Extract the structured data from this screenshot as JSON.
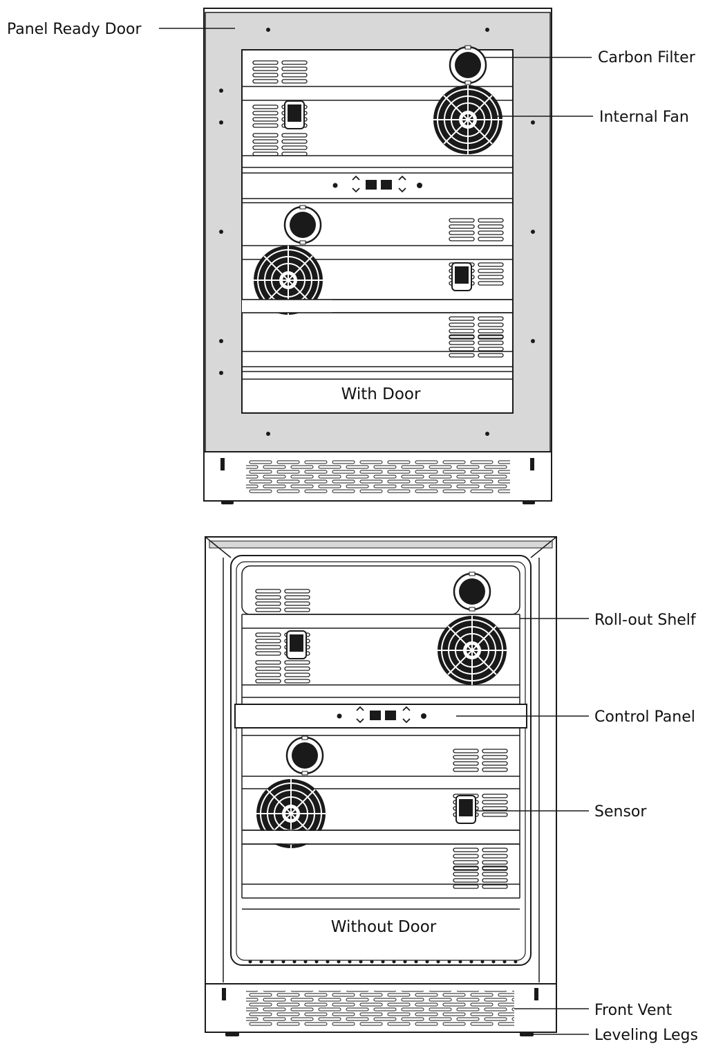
{
  "labels": {
    "panel_ready_door": "Panel Ready Door",
    "carbon_filter": "Carbon Filter",
    "internal_fan": "Internal Fan",
    "roll_out_shelf": "Roll-out Shelf",
    "control_panel": "Control Panel",
    "sensor": "Sensor",
    "front_vent": "Front Vent",
    "leveling_legs": "Leveling Legs"
  },
  "captions": {
    "with_door": "With Door",
    "without_door": "Without Door"
  },
  "colors": {
    "door_fill": "#d8d8d8",
    "line": "#1a1a1a",
    "background": "#ffffff"
  }
}
